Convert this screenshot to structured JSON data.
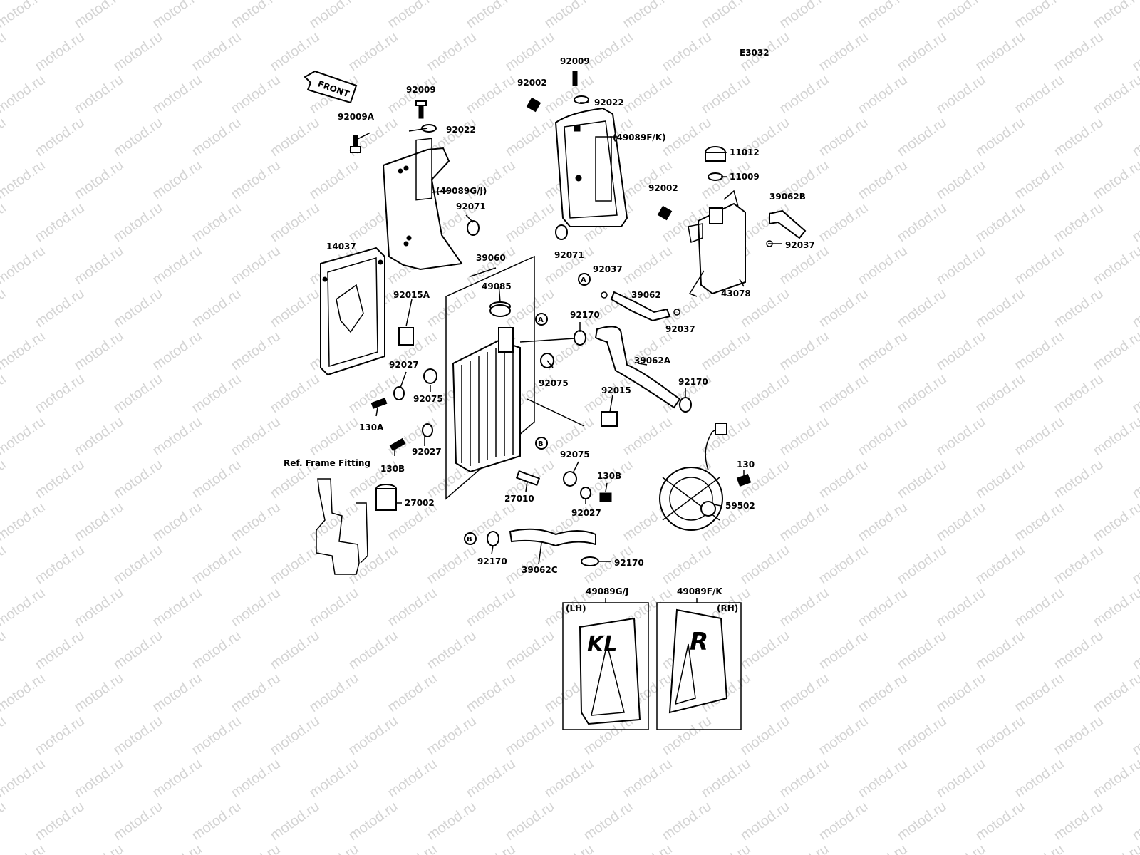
{
  "diagram": {
    "code": "E3032",
    "front_arrow": "FRONT",
    "ref_frame": "Ref. Frame Fitting",
    "watermark": "motod.ru",
    "side_left": "(LH)",
    "side_right": "(RH)",
    "decal_left_text": "KL",
    "decal_right_text": "R",
    "ref_marks": [
      "A",
      "B"
    ],
    "parts": [
      "92009",
      "92009A",
      "92022",
      "92002",
      "(49089G/J)",
      "(49089F/K)",
      "11012",
      "11009",
      "39062B",
      "92037",
      "92071",
      "14037",
      "39060",
      "49085",
      "92015A",
      "39062",
      "43078",
      "92170",
      "39062A",
      "92027",
      "92075",
      "92015",
      "130A",
      "130B",
      "130",
      "27002",
      "27010",
      "59502",
      "39062C",
      "49089G/J",
      "49089F/K"
    ],
    "colors": {
      "ink": "#000000",
      "paper": "#ffffff",
      "watermark": "#d4d4d4"
    }
  }
}
